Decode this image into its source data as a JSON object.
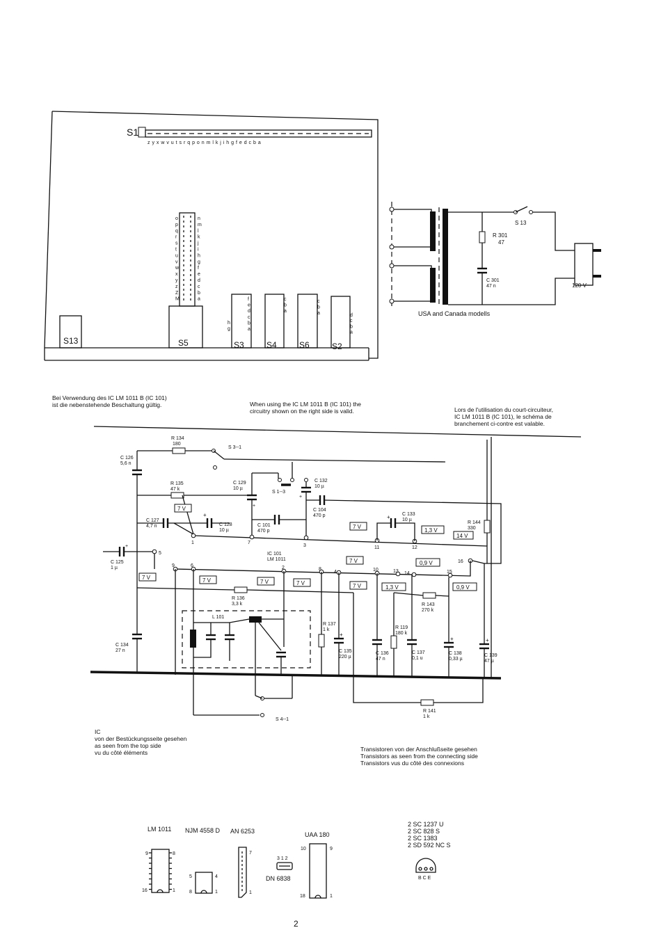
{
  "switch_panel": {
    "title": "S1",
    "s1_contacts": "z y     x w v u t    s r q p o            n m l          k j i h g f    e d c b a",
    "switches": [
      "S13",
      "S5",
      "S3",
      "S4",
      "S6",
      "S2"
    ],
    "s5_left_letters": [
      "o",
      "p",
      "q",
      "r",
      "s",
      "t",
      "u",
      "v",
      "w",
      "x",
      "y",
      "z",
      "Z",
      "M"
    ],
    "s5_right_letters": [
      "n",
      "m",
      "l",
      "k",
      "j",
      "i",
      "h",
      "g",
      "f",
      "e",
      "d",
      "c",
      "b",
      "a"
    ],
    "s3_letters": [
      "f",
      "e",
      "d",
      "c",
      "b",
      "a"
    ],
    "s3_left_letters": [
      "h",
      "g"
    ],
    "s4_letters": [
      "c",
      "b",
      "a"
    ],
    "s6_letters": [
      "c",
      "b",
      "a"
    ],
    "s2_letters": [
      "d",
      "c",
      "b",
      "a"
    ]
  },
  "power_circuit": {
    "r301": "R 301",
    "r301_val": "47",
    "c301": "C 301",
    "c301_val": "47 n",
    "s13": "S 13",
    "voltage": "120 V~",
    "caption": "USA and Canada modells"
  },
  "notes": {
    "de": [
      "Bei Verwendung des IC LM 1011 B (IC 101)",
      "ist die nebenstehende Beschaltung gültig."
    ],
    "en": [
      "When using the IC LM 1011 B (IC 101) the",
      "circuitry shown on the right side is valid."
    ],
    "fr": [
      "Lors de l'utilisation du court-circuiteur,",
      "IC LM 1011 B (IC 101), le schéma de",
      "branchement ci-contre est valable."
    ]
  },
  "schematic": {
    "ic_name": "IC 101",
    "ic_type": "LM 1011",
    "components": {
      "r134": "R 134",
      "r134_val": "180",
      "s3_1": "S 3--1",
      "c126": "C 126",
      "c126_val": "5,6 n",
      "r135": "R 135",
      "r135_val": "47 k",
      "c129": "C 129",
      "c129_val": "10 µ",
      "s1_3": "S 1--3",
      "c132": "C 132",
      "c132_val": "10 µ",
      "c104": "C 104",
      "c104_val": "470 p",
      "c127": "C 127",
      "c127_val": "4,7 n",
      "c128": "C 128",
      "c128_val": "10 µ",
      "c101": "C 101",
      "c101_val": "470 p",
      "c133": "C 133",
      "c133_val": "10 µ",
      "r144": "R 144",
      "r144_val": "330",
      "c125": "C 125",
      "c125_val": "1 µ",
      "r136": "R 136",
      "r136_val": "3,3 k",
      "l101": "L 101",
      "r137": "R 137",
      "r137_val": "1 k",
      "c135": "C 135",
      "c135_val": "220 µ",
      "c136": "C 136",
      "c136_val": "47 n",
      "r119": "R 119",
      "r119_val": "180 k",
      "c137": "C 137",
      "c137_val": "0,1 u",
      "r143": "R 143",
      "r143_val": "270 k",
      "c138": "C 138",
      "c138_val": "0,33 µ",
      "c139": "C 139",
      "c139_val": "47 µ",
      "c134": "C 134",
      "c134_val": "27 n",
      "r141": "R 141",
      "r141_val": "1 k",
      "s4_1": "S 4--1"
    },
    "pins": [
      "1",
      "2",
      "3",
      "4",
      "5",
      "6",
      "7",
      "8",
      "9",
      "10",
      "11",
      "12",
      "13",
      "14",
      "15",
      "16"
    ],
    "voltages": {
      "v_c127": "7 V",
      "v_pin5": "7 V",
      "v_pin6": "7 V",
      "v_pin2": "7 V",
      "v_pin8": "7 V",
      "v_pin4": "7 V",
      "v_pin10": "7 V",
      "v_pin11": "7 V",
      "v_pin12": "1,3 V",
      "v_r144": "14 V",
      "v_pin14": "0,9 V",
      "v_pin13": "1,3 V",
      "v_pin15": "0,9 V"
    }
  },
  "ic_pinouts": {
    "heading": [
      "IC",
      "von der Bestückungsseite gesehen",
      "as seen from the top side",
      "vu du côté éléments"
    ],
    "lm1011": "LM 1011",
    "lm1011_pins": [
      "9",
      "8",
      "16",
      "1"
    ],
    "njm4558": "NJM 4558 D",
    "njm4558_pins": [
      "5",
      "4",
      "8",
      "1"
    ],
    "an6253": "AN 6253",
    "an6253_pins": [
      "7",
      "1"
    ],
    "dn6838_pins": "3 1 2",
    "dn6838": "DN 6838",
    "uaa180": "UAA 180",
    "uaa180_pins": [
      "10",
      "9",
      "18",
      "1"
    ]
  },
  "transistors": {
    "heading": [
      "Transistoren von der Anschlußseite gesehen",
      "Transistors as seen from the connecting side",
      "Transistors vus du côté des connexions"
    ],
    "types": [
      "2 SC 1237 U",
      "2 SC 828 S",
      "2 SC 1383",
      "2 SD 592 NC S"
    ],
    "pinout": "B C E"
  },
  "page_number": "2"
}
